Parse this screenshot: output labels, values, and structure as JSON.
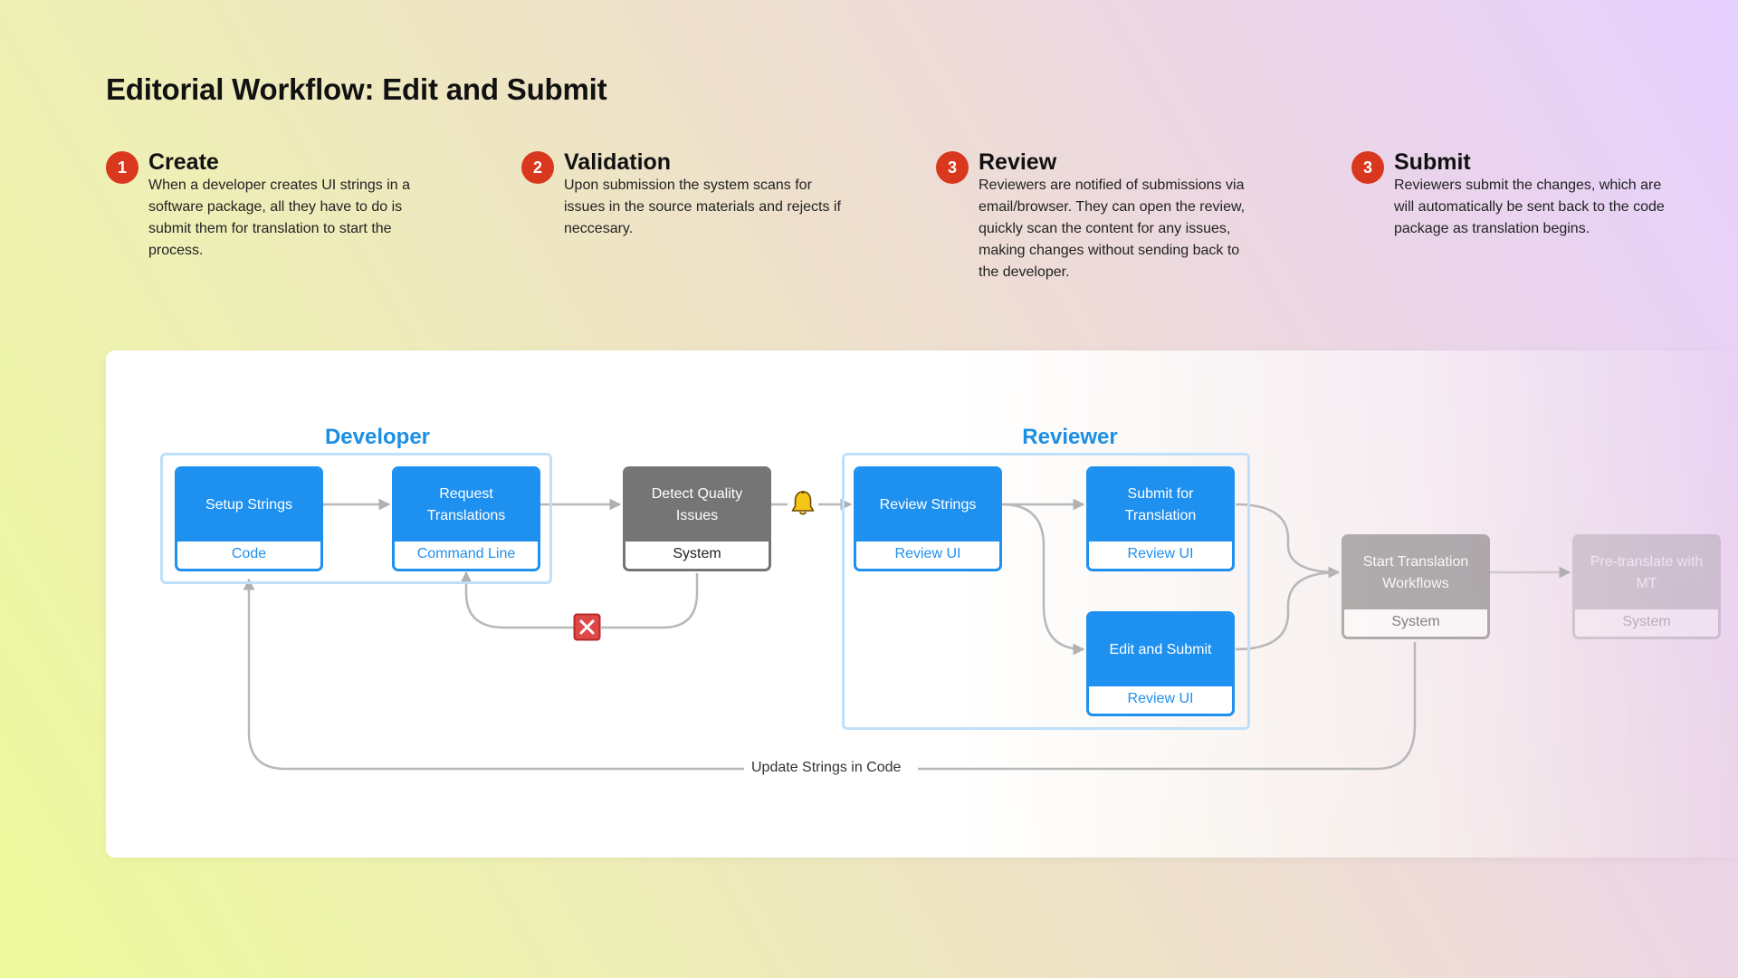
{
  "page": {
    "title": "Editorial Workflow: Edit and Submit"
  },
  "steps": [
    {
      "number": "1",
      "title": "Create",
      "description": "When a developer creates UI strings in a software package, all they have to do is submit them for translation to start the process."
    },
    {
      "number": "2",
      "title": "Validation",
      "description": "Upon submission the system scans for issues in the source materials and rejects if neccesary."
    },
    {
      "number": "3",
      "title": "Review",
      "description": "Reviewers are notified of submissions via email/browser. They can open the review, quickly scan the content for any issues, making changes without sending back to the developer."
    },
    {
      "number": "3",
      "title": "Submit",
      "description": "Reviewers submit the changes, which are will automatically be sent back to the code package as translation begins."
    }
  ],
  "diagram": {
    "groups": {
      "developer": "Developer",
      "reviewer": "Reviewer"
    },
    "nodes": {
      "setup_strings": {
        "title": "Setup Strings",
        "subtitle": "Code"
      },
      "request_translations": {
        "title": "Request Translations",
        "subtitle": "Command Line"
      },
      "detect_quality": {
        "title": "Detect Quality Issues",
        "subtitle": "System"
      },
      "review_strings": {
        "title": "Review Strings",
        "subtitle": "Review UI"
      },
      "submit_translation": {
        "title": "Submit for Translation",
        "subtitle": "Review UI"
      },
      "edit_submit": {
        "title": "Edit and Submit",
        "subtitle": "Review UI"
      },
      "start_translation": {
        "title": "Start Translation Workflows",
        "subtitle": "System"
      },
      "pretranslate": {
        "title": "Pre-translate with MT",
        "subtitle": "System"
      }
    },
    "loop_label": "Update Strings in Code",
    "icons": {
      "notify": "bell-icon",
      "reject": "reject-x-icon"
    },
    "colors": {
      "accent": "#1e90f0",
      "system": "#757575",
      "badge": "#d9381e",
      "reject": "#e04848",
      "bell": "#f5c518"
    }
  }
}
